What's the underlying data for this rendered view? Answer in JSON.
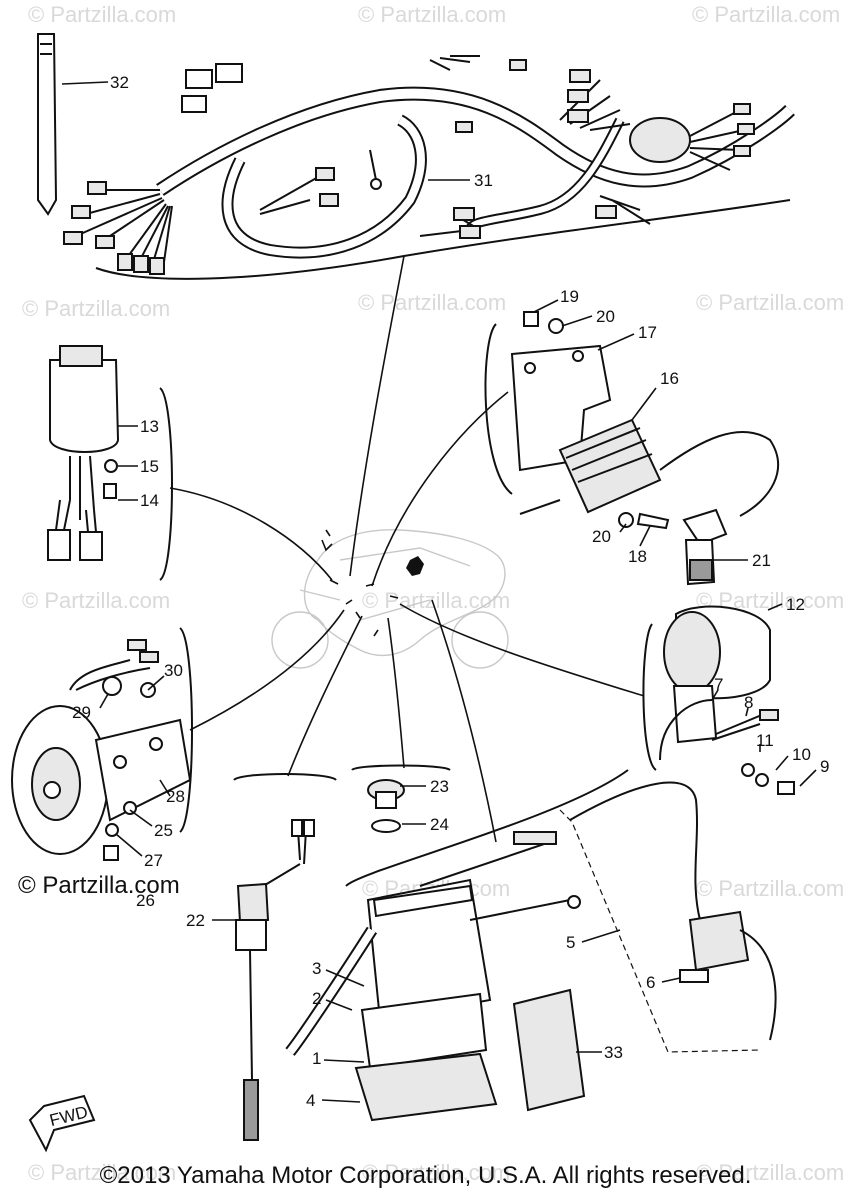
{
  "watermark_text": "© Partzilla.com",
  "watermark_text_prominent": "© Partzilla.com",
  "fwd_label": "FWD",
  "copyright": "©2013 Yamaha Motor Corporation, U.S.A. All rights reserved.",
  "callouts": {
    "c1": "1",
    "c2": "2",
    "c3": "3",
    "c4": "4",
    "c5": "5",
    "c6": "6",
    "c7": "7",
    "c8": "8",
    "c9": "9",
    "c10": "10",
    "c11": "11",
    "c12": "12",
    "c13": "13",
    "c14": "14",
    "c15": "15",
    "c16": "16",
    "c17": "17",
    "c18": "18",
    "c19": "19",
    "c20a": "20",
    "c20b": "20",
    "c21": "21",
    "c22": "22",
    "c23": "23",
    "c24": "24",
    "c25": "25",
    "c26": "26",
    "c27": "27",
    "c28": "28",
    "c29": "29",
    "c30": "30",
    "c31": "31",
    "c32": "32",
    "c33": "33"
  }
}
